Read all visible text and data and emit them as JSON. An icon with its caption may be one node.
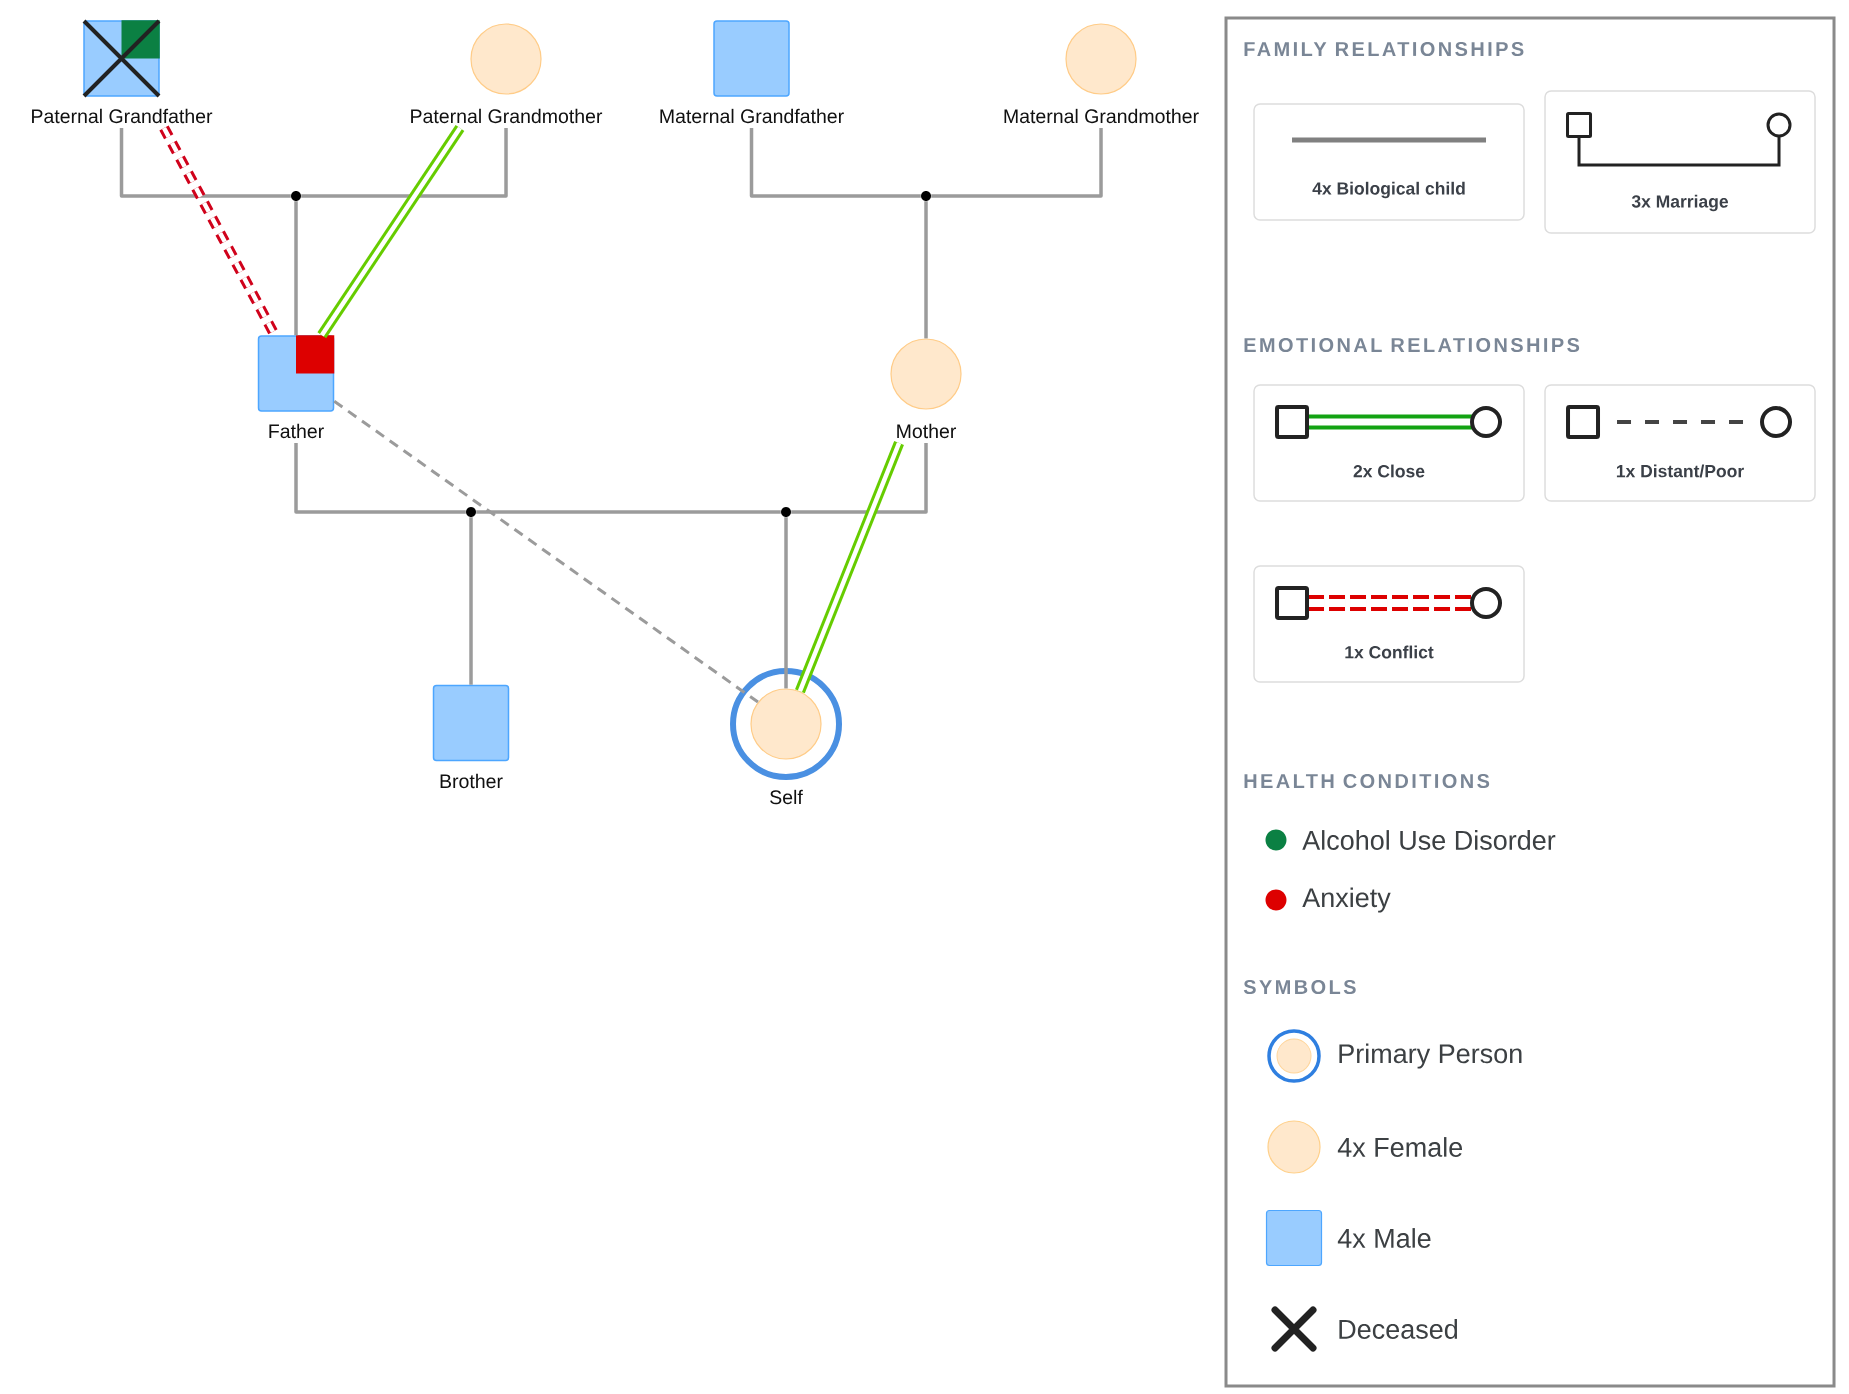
{
  "diagram": {
    "nodes": [
      {
        "text": [],
        "shape": "box",
        "beside": [
          "Paternal Grandfather"
        ]
      },
      {
        "text": [],
        "shape": "circle",
        "beside": [
          "Paternal Grandmother"
        ]
      },
      {
        "text": [],
        "shape": "box",
        "beside": [
          "Maternal Grandfather"
        ]
      },
      {
        "text": [],
        "shape": "circle",
        "beside": [
          "Maternal Grandmother"
        ]
      },
      {
        "text": [],
        "shape": "dot"
      },
      {
        "text": [],
        "shape": "dot"
      },
      {
        "text": [],
        "shape": "box",
        "beside": [
          "Father"
        ]
      },
      {
        "text": [],
        "shape": "circle",
        "beside": [
          "Mother"
        ]
      },
      {
        "text": [],
        "shape": "dot"
      },
      {
        "text": [],
        "shape": "dot"
      },
      {
        "text": [],
        "shape": "box",
        "beside": [
          "Brother"
        ]
      },
      {
        "text": [],
        "shape": "circle",
        "beside": [
          "Self"
        ]
      }
    ],
    "edges": [
      {
        "from": 0,
        "to": 4,
        "arrow": "none"
      },
      {
        "from": 1,
        "to": 4,
        "arrow": "none"
      },
      {
        "from": 4,
        "to": 6,
        "arrow": "none"
      },
      {
        "from": 2,
        "to": 5,
        "arrow": "none"
      },
      {
        "from": 3,
        "to": 5,
        "arrow": "none"
      },
      {
        "from": 5,
        "to": 7,
        "arrow": "none"
      },
      {
        "from": 6,
        "to": 8,
        "arrow": "none"
      },
      {
        "from": 8,
        "to": 9,
        "arrow": "none"
      },
      {
        "from": 7,
        "to": 9,
        "arrow": "none"
      },
      {
        "from": 8,
        "to": 10,
        "arrow": "none"
      },
      {
        "from": 9,
        "to": 11,
        "arrow": "none"
      },
      {
        "from": 0,
        "to": 6,
        "arrow": "none",
        "style": "dashed",
        "color": "#d0021b"
      },
      {
        "from": 1,
        "to": 6,
        "arrow": "none",
        "style": "thick",
        "color": "#66cc00"
      },
      {
        "from": 6,
        "to": 11,
        "arrow": "none",
        "style": "dashed"
      },
      {
        "from": 7,
        "to": 11,
        "arrow": "none",
        "style": "thick",
        "color": "#66cc00"
      }
    ],
    "labels": [
      "FAMILY RELATIONSHIPS",
      "EMOTIONAL RELATIONSHIPS",
      "HEALTH CONDITIONS",
      "SYMBOLS"
    ],
    "legend": [
      {
        "text": "4x Biological child"
      },
      {
        "text": "3x Marriage"
      },
      {
        "text": "2x Close"
      },
      {
        "text": "1x Distant/Poor"
      },
      {
        "text": "1x Conflict"
      },
      {
        "text": "Alcohol Use Disorder",
        "color": "#0b8043"
      },
      {
        "text": "Anxiety",
        "color": "#dd0000"
      },
      {
        "text": "Primary Person"
      },
      {
        "text": "4x Female",
        "color": "#ffe8cc"
      },
      {
        "text": "4x Male",
        "color": "#99ccff"
      },
      {
        "text": "Deceased"
      }
    ]
  }
}
